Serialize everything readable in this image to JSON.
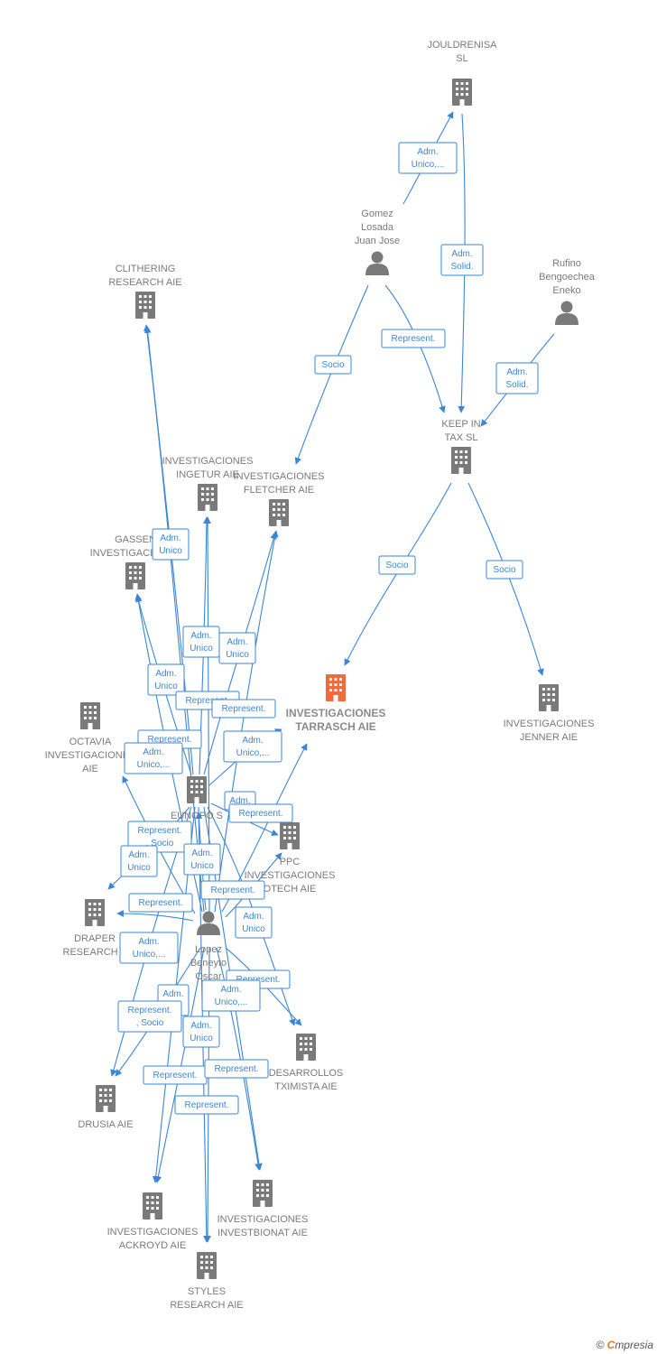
{
  "colors": {
    "edge": "#3b86d6",
    "company": "#7a7a7a",
    "focus": "#f26b3a",
    "person": "#7a7a7a"
  },
  "nodes": [
    {
      "id": "jouldrenisa",
      "type": "company",
      "lines": [
        "JOULDRENISA",
        "SL"
      ]
    },
    {
      "id": "gomez",
      "type": "person",
      "lines": [
        "Gomez",
        "Losada",
        "Juan Jose"
      ]
    },
    {
      "id": "rufino",
      "type": "person",
      "lines": [
        "Rufino",
        "Bengoechea",
        "Eneko"
      ]
    },
    {
      "id": "keepin",
      "type": "company",
      "lines": [
        "KEEP IN",
        "TAX  SL"
      ]
    },
    {
      "id": "clithering",
      "type": "company",
      "lines": [
        "CLITHERING",
        "RESEARCH AIE"
      ]
    },
    {
      "id": "ingetur",
      "type": "company",
      "lines": [
        "INVESTIGACIONES",
        "INGETUR AIE"
      ]
    },
    {
      "id": "fletcher",
      "type": "company",
      "lines": [
        "INVESTIGACIONES",
        "FLETCHER AIE"
      ]
    },
    {
      "id": "gassen",
      "type": "company",
      "lines": [
        "GASSEN",
        "INVESTIGACIONES"
      ]
    },
    {
      "id": "tarrasch",
      "type": "focus",
      "lines": [
        "INVESTIGACIONES",
        "TARRASCH AIE"
      ]
    },
    {
      "id": "jenner",
      "type": "company",
      "lines": [
        "INVESTIGACIONES",
        "JENNER AIE"
      ]
    },
    {
      "id": "octavia",
      "type": "company",
      "lines": [
        "OCTAVIA",
        "INVESTIGACIONES",
        "AIE"
      ]
    },
    {
      "id": "europo",
      "type": "company",
      "lines": [
        "EUNOPO  S"
      ]
    },
    {
      "id": "ppc",
      "type": "company",
      "lines": [
        "PPC",
        "INVESTIGACIONES",
        "OTECH  AIE"
      ]
    },
    {
      "id": "draper",
      "type": "company",
      "lines": [
        "DRAPER",
        "RESEARCH A"
      ]
    },
    {
      "id": "lopez",
      "type": "person",
      "lines": [
        "Lopez",
        "Beneyto",
        "Oscar"
      ]
    },
    {
      "id": "desarrollos",
      "type": "company",
      "lines": [
        "DESARROLLOS",
        "TXIMISTA AIE"
      ]
    },
    {
      "id": "drusia",
      "type": "company",
      "lines": [
        "DRUSIA  AIE"
      ]
    },
    {
      "id": "ackroyd",
      "type": "company",
      "lines": [
        "INVESTIGACIONES",
        "ACKROYD AIE"
      ]
    },
    {
      "id": "investbionat",
      "type": "company",
      "lines": [
        "INVESTIGACIONES",
        "INVESTBIONAT AIE"
      ]
    },
    {
      "id": "styles",
      "type": "company",
      "lines": [
        "STYLES",
        "RESEARCH AIE"
      ]
    }
  ],
  "relations": [
    {
      "id": "r1",
      "lines": [
        "Adm.",
        "Unico,..."
      ]
    },
    {
      "id": "r2",
      "lines": [
        "Adm.",
        "Solid."
      ]
    },
    {
      "id": "r3",
      "lines": [
        "Adm.",
        "Solid."
      ]
    },
    {
      "id": "r4",
      "lines": [
        "Represent."
      ]
    },
    {
      "id": "r5",
      "lines": [
        "Socio"
      ]
    },
    {
      "id": "r6",
      "lines": [
        "Socio"
      ]
    },
    {
      "id": "r7",
      "lines": [
        "Socio"
      ]
    },
    {
      "id": "r8",
      "lines": [
        "Adm.",
        "Unico"
      ]
    },
    {
      "id": "r9",
      "lines": [
        "Adm.",
        "Unico"
      ]
    },
    {
      "id": "r10",
      "lines": [
        "Adm.",
        "Unico"
      ]
    },
    {
      "id": "r11",
      "lines": [
        "Adm.",
        "Unico"
      ]
    },
    {
      "id": "r12",
      "lines": [
        "Represent."
      ]
    },
    {
      "id": "r13",
      "lines": [
        "Represent."
      ]
    },
    {
      "id": "r14",
      "lines": [
        "Represent."
      ]
    },
    {
      "id": "r15",
      "lines": [
        "Adm.",
        "Unico,..."
      ]
    },
    {
      "id": "r16",
      "lines": [
        "Adm.",
        "Unico,..."
      ]
    },
    {
      "id": "r17",
      "lines": [
        "Adm."
      ]
    },
    {
      "id": "r18",
      "lines": [
        "Represent."
      ]
    },
    {
      "id": "r19",
      "lines": [
        "Represent.",
        ", Socio"
      ]
    },
    {
      "id": "r20",
      "lines": [
        "Adm.",
        "Unico"
      ]
    },
    {
      "id": "r21",
      "lines": [
        "Adm.",
        "Unico"
      ]
    },
    {
      "id": "r22",
      "lines": [
        "Represent."
      ]
    },
    {
      "id": "r23",
      "lines": [
        "Represent."
      ]
    },
    {
      "id": "r24",
      "lines": [
        "Adm.",
        "Unico"
      ]
    },
    {
      "id": "r25",
      "lines": [
        "Adm.",
        "Unico,..."
      ]
    },
    {
      "id": "r26",
      "lines": [
        "Represent."
      ]
    },
    {
      "id": "r27",
      "lines": [
        "Adm.",
        "Unico,..."
      ]
    },
    {
      "id": "r28",
      "lines": [
        "Adm.",
        "o"
      ]
    },
    {
      "id": "r29",
      "lines": [
        "Represent.",
        ", Socio"
      ]
    },
    {
      "id": "r30",
      "lines": [
        "Adm.",
        "Unico"
      ]
    },
    {
      "id": "r31",
      "lines": [
        "Represent."
      ]
    },
    {
      "id": "r32",
      "lines": [
        "Represent."
      ]
    },
    {
      "id": "r33",
      "lines": [
        "Represent."
      ]
    }
  ],
  "footer": {
    "copyright": "©",
    "brand_initial": "C",
    "brand_rest": "mpresia"
  }
}
